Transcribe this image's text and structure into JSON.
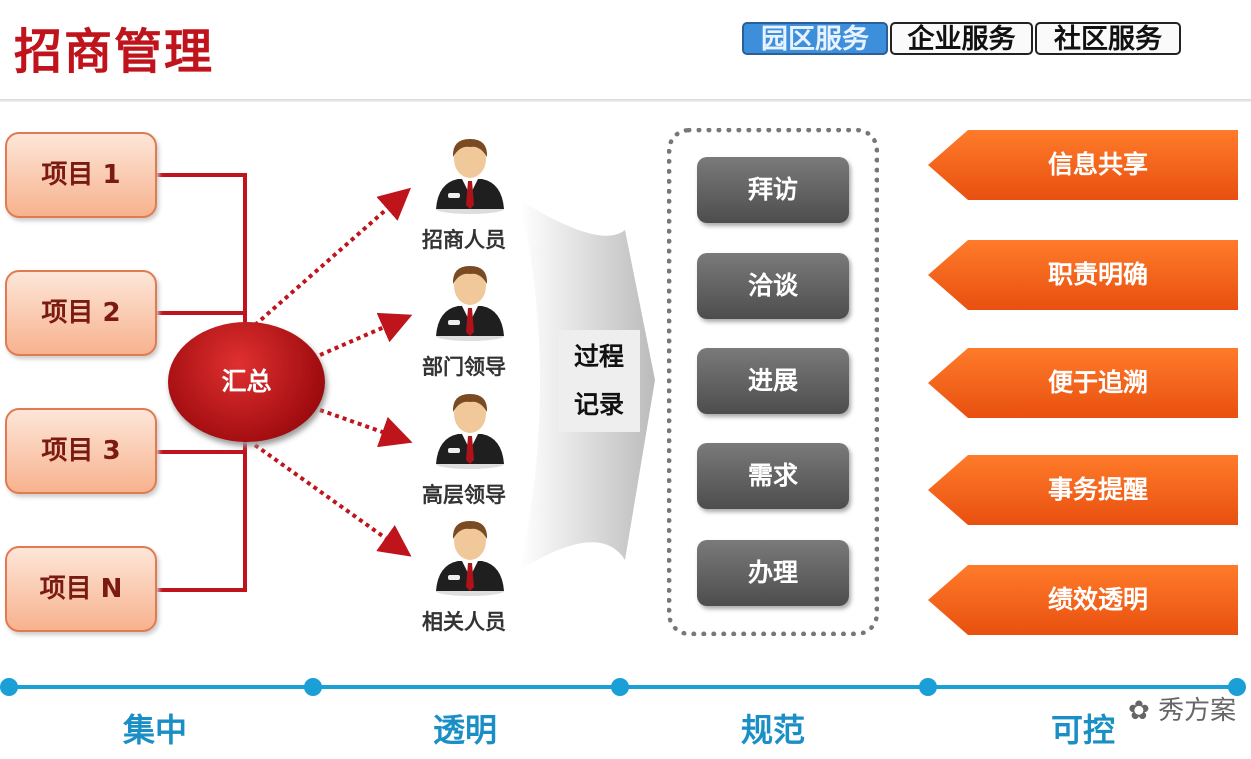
{
  "title": "招商管理",
  "tabs": [
    {
      "label": "园区服务",
      "active": true
    },
    {
      "label": "企业服务"
    },
    {
      "label": "社区服务"
    }
  ],
  "projects": [
    "项目 1",
    "项目 2",
    "项目 3",
    "项目 N"
  ],
  "hub": "汇总",
  "people": [
    "招商人员",
    "部门领导",
    "高层领导",
    "相关人员"
  ],
  "flow_label": [
    "过程",
    "记录"
  ],
  "steps": [
    "拜访",
    "洽谈",
    "进展",
    "需求",
    "办理"
  ],
  "benefits": [
    "信息共享",
    "职责明确",
    "便于追溯",
    "事务提醒",
    "绩效透明"
  ],
  "timeline": [
    "集中",
    "透明",
    "规范",
    "可控"
  ],
  "watermark": "秀方案",
  "colors": {
    "title": "#c0141c",
    "timeline": "#1a9fd6",
    "banner": "#f06318"
  }
}
